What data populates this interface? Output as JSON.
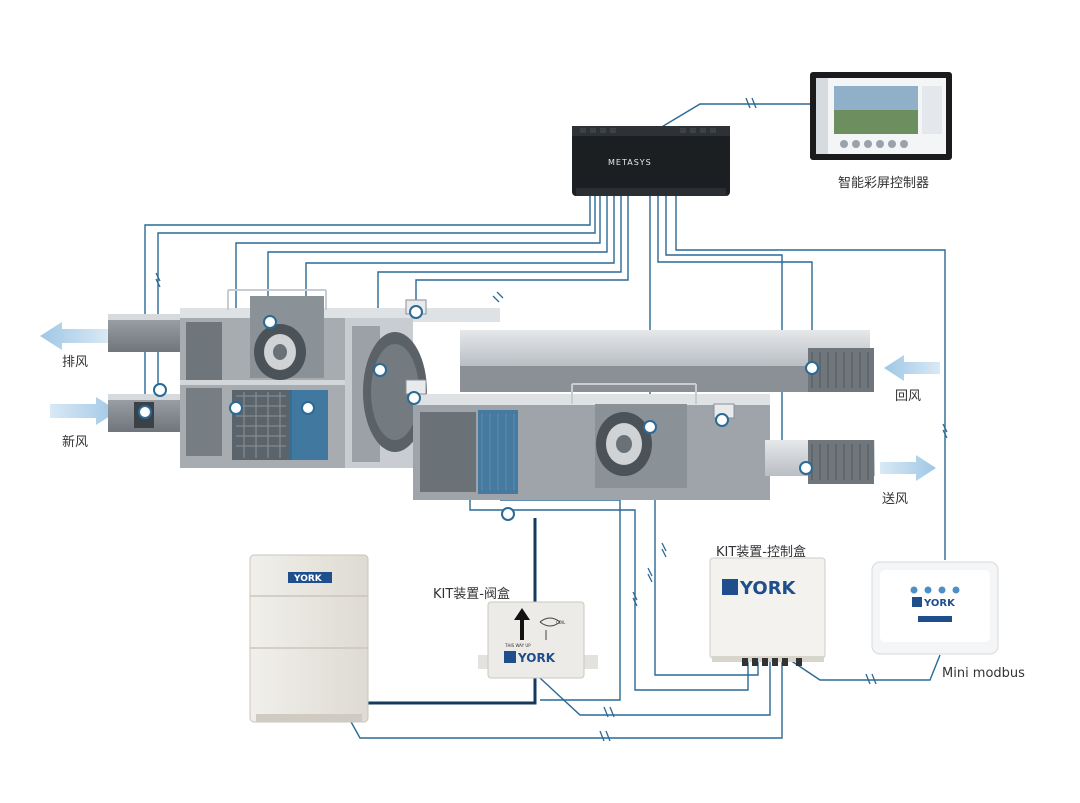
{
  "controller": {
    "brand": "METASYS",
    "screen_label": "智能彩屏控制器"
  },
  "air_labels": {
    "exhaust": "排风",
    "fresh": "新风",
    "return": "回风",
    "supply": "送风"
  },
  "kits": {
    "valve_box_label": "KIT装置-阀盒",
    "control_box_label": "KIT装置-控制盒",
    "valve_box_text": "THIS WAY UP",
    "valve_box_note": "COIL",
    "mini_modbus_label": "Mini modbus"
  },
  "brand": {
    "york": "YORK"
  },
  "colors": {
    "wire": "#1f5f8b",
    "wire_dark": "#143a5c",
    "airflow_arrow": "#c7dff0",
    "unit_gray": "#8a9096"
  }
}
